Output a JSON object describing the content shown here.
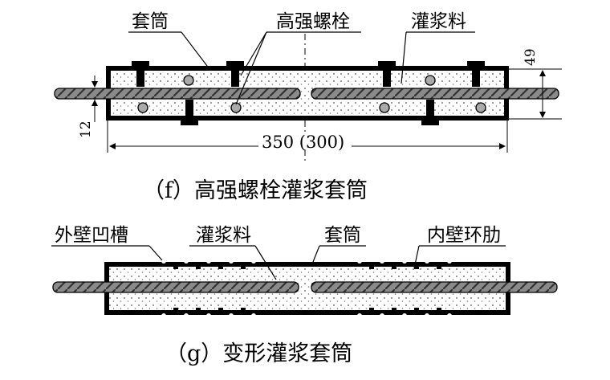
{
  "diagram_f": {
    "caption": "（f）高强螺栓灌浆套筒",
    "label_sleeve": "套筒",
    "label_bolt": "高强螺栓",
    "label_grout": "灌浆料",
    "dim_length": "350 (300)",
    "dim_height": "49",
    "dim_rebar": "12"
  },
  "diagram_g": {
    "caption": "（g）变形灌浆套筒",
    "label_groove": "外壁凹槽",
    "label_grout": "灌浆料",
    "label_sleeve": "套筒",
    "label_rib": "内壁环肋"
  }
}
